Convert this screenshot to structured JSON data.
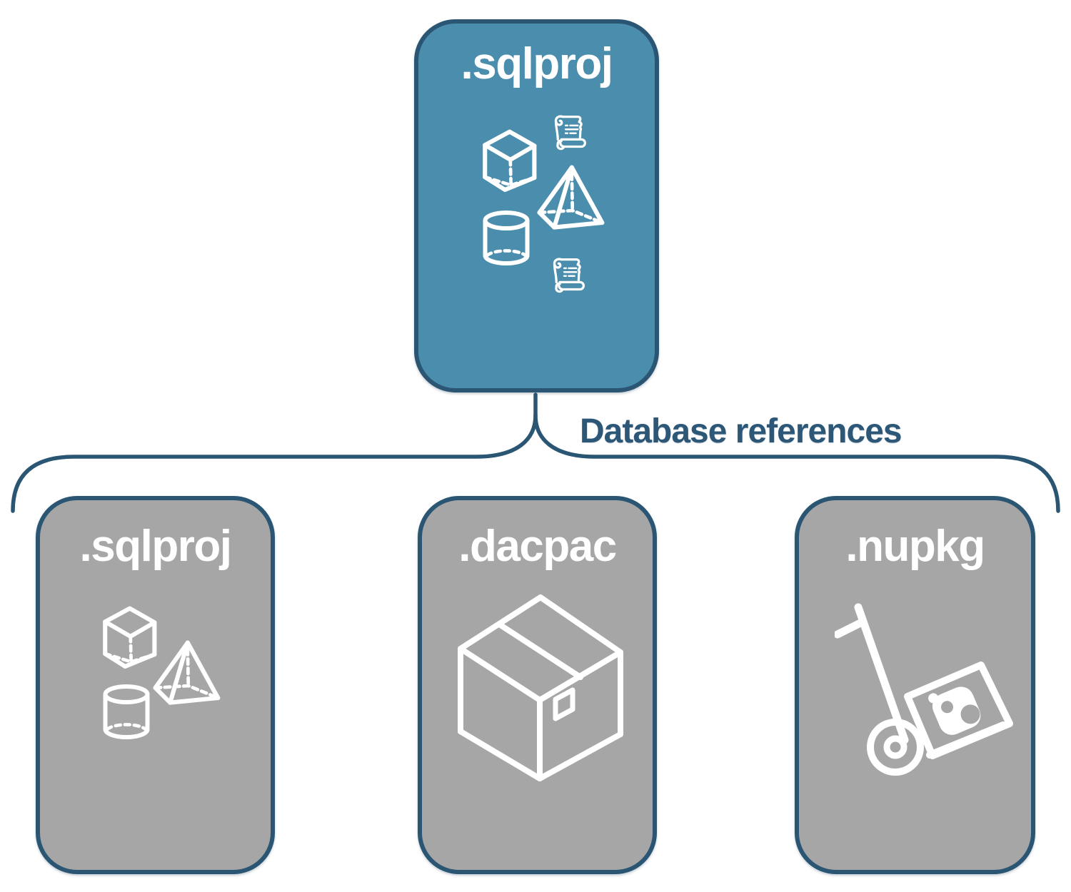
{
  "diagram": {
    "parent_node": {
      "label": ".sqlproj",
      "icons": [
        "scroll-icon",
        "cube-icon",
        "pyramid-icon",
        "cylinder-icon",
        "scroll-icon"
      ]
    },
    "connector_label": "Database references",
    "child_nodes": [
      {
        "label": ".sqlproj",
        "icons": [
          "cube-icon",
          "pyramid-icon",
          "cylinder-icon"
        ]
      },
      {
        "label": ".dacpac",
        "icons": [
          "package-box-icon"
        ]
      },
      {
        "label": ".nupkg",
        "icons": [
          "nuget-handtruck-icon"
        ]
      }
    ],
    "colors": {
      "background": "#ffffff",
      "parent_fill": "#4a8dac",
      "child_fill": "#a6a6a6",
      "node_border": "#2a5674",
      "connector_stroke": "#2a5674",
      "connector_label_text": "#2d5777",
      "node_title_text": "#ffffff",
      "icon_stroke": "#ffffff"
    }
  }
}
